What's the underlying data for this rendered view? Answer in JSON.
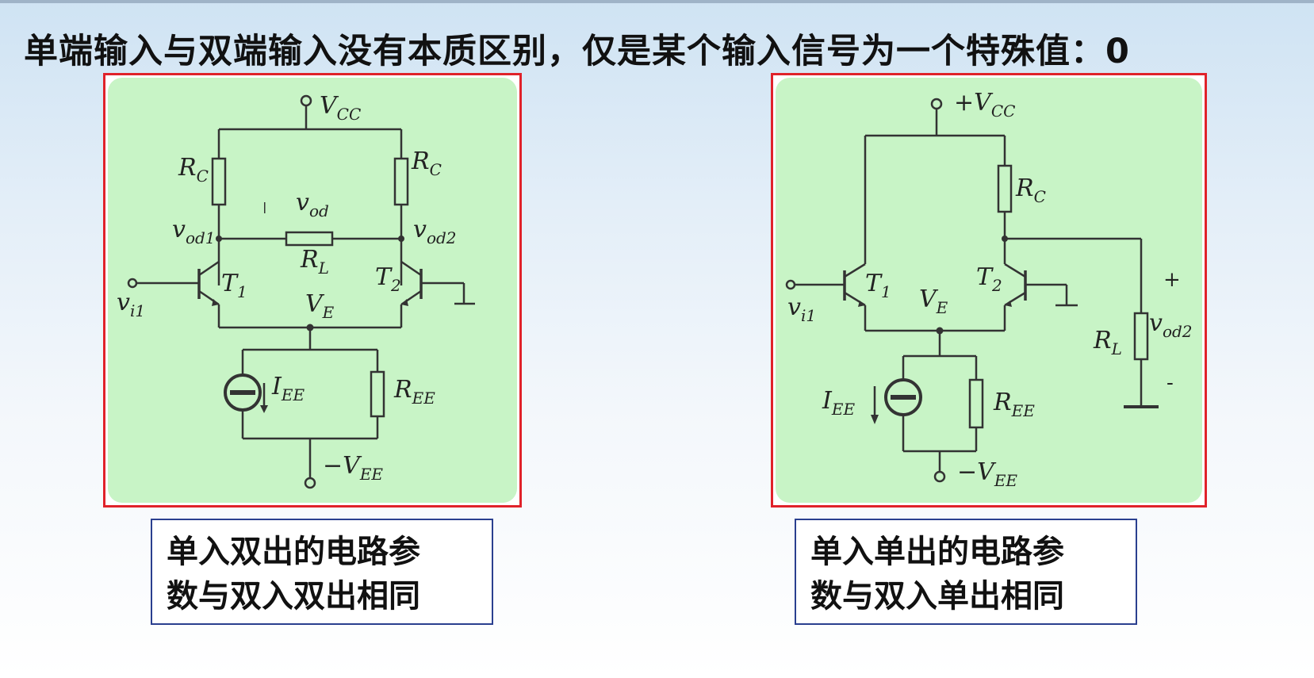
{
  "title": "单端输入与双端输入没有本质区别，仅是某个输入信号为一个特殊值：0",
  "left_circuit": {
    "supply_top": "V",
    "supply_top_sub": "CC",
    "rc_left": "R",
    "rc_left_sub": "C",
    "rc_right": "R",
    "rc_right_sub": "C",
    "vod": "v",
    "vod_sub": "od",
    "vod1": "v",
    "vod1_sub": "od1",
    "vod2": "v",
    "vod2_sub": "od2",
    "rl": "R",
    "rl_sub": "L",
    "t1": "T",
    "t1_sub": "1",
    "t2": "T",
    "t2_sub": "2",
    "vi1": "v",
    "vi1_sub": "i1",
    "ve": "V",
    "ve_sub": "E",
    "iee": "I",
    "iee_sub": "EE",
    "ree": "R",
    "ree_sub": "EE",
    "supply_bottom": "−V",
    "supply_bottom_sub": "EE"
  },
  "right_circuit": {
    "supply_top": "+V",
    "supply_top_sub": "CC",
    "rc": "R",
    "rc_sub": "C",
    "t1": "T",
    "t1_sub": "1",
    "t2": "T",
    "t2_sub": "2",
    "ve": "V",
    "ve_sub": "E",
    "vi1": "v",
    "vi1_sub": "i1",
    "rl": "R",
    "rl_sub": "L",
    "vod2": "v",
    "vod2_sub": "od2",
    "plus": "+",
    "minus": "-",
    "iee": "I",
    "iee_sub": "EE",
    "ree": "R",
    "ree_sub": "EE",
    "supply_bottom": "−V",
    "supply_bottom_sub": "EE"
  },
  "captions": {
    "left": "单入双出的电路参\n数与双入双出相同",
    "right": "单入单出的电路参\n数与双入单出相同"
  }
}
